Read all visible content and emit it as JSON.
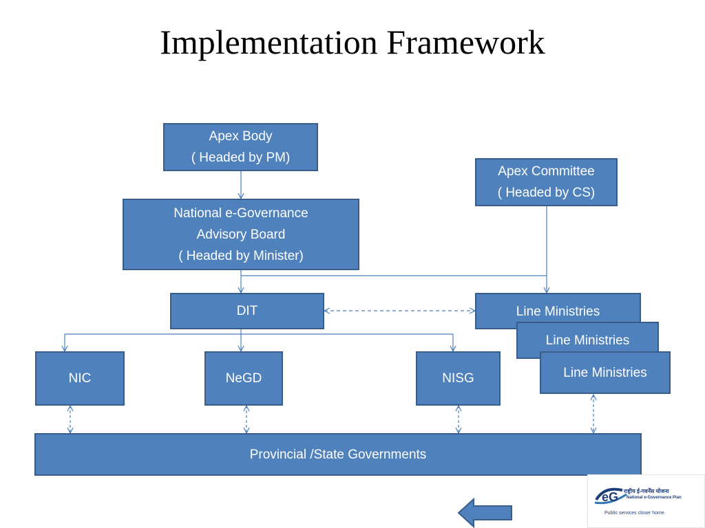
{
  "slide": {
    "title": "Implementation Framework"
  },
  "boxes": {
    "apex_body": [
      "Apex Body",
      "( Headed by PM)"
    ],
    "apex_committee": [
      "Apex Committee",
      "( Headed by CS)"
    ],
    "negab": [
      "National e-Governance",
      "Advisory Board",
      "( Headed by Minister)"
    ],
    "dit": "DIT",
    "line_ministries_1": "Line Ministries",
    "line_ministries_2": "Line Ministries",
    "line_ministries_3": "Line Ministries",
    "nic": "NIC",
    "negd": "NeGD",
    "nisg": "NISG",
    "state_govts": "Provincial /State Governments"
  },
  "logo": {
    "hindi_text": "राष्ट्रीय ई-गवर्नेंस योजना",
    "english_text": "National e-Governance Plan",
    "tagline": "Public services closer home"
  },
  "colors": {
    "box_fill": "#4f81bd",
    "box_border": "#385d8a",
    "connector": "#4a7ebb"
  }
}
